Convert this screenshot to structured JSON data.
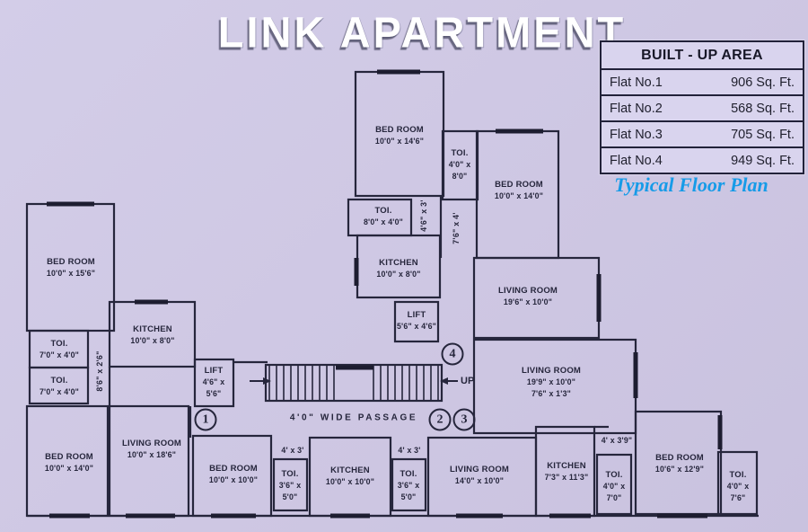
{
  "title": "LINK APARTMENT",
  "area_table": {
    "header": "BUILT - UP AREA",
    "rows": [
      {
        "flat": "Flat No.1",
        "area": "906 Sq. Ft."
      },
      {
        "flat": "Flat No.2",
        "area": "568 Sq. Ft."
      },
      {
        "flat": "Flat No.3",
        "area": "705 Sq. Ft."
      },
      {
        "flat": "Flat No.4",
        "area": "949 Sq. Ft."
      }
    ]
  },
  "caption": "Typical Floor Plan",
  "plan": {
    "passage": "4'0\" WIDE PASSAGE",
    "up": "UP",
    "flats": [
      "1",
      "2",
      "3",
      "4"
    ],
    "corridors": {
      "a": "4'6\" x 3'",
      "b": "7'6\" x 4'",
      "c": "8'6\" x 2'6\""
    },
    "door_dims": {
      "d1": "4' x 3'",
      "d2": "4' x 3'",
      "d3": "4' x 3'9\""
    },
    "rooms": {
      "bed_top": {
        "name": "BED ROOM",
        "dims": "10'0\" x 14'6\""
      },
      "toi_top": {
        "name": "TOI.",
        "l1": "4'0\" x",
        "l2": "8'0\""
      },
      "bed_top_right": {
        "name": "BED ROOM",
        "dims": "10'0\" x 14'0\""
      },
      "toi_mid": {
        "name": "TOI.",
        "dims": "8'0\" x 4'0\""
      },
      "kitchen_top": {
        "name": "KITCHEN",
        "dims": "10'0\" x 8'0\""
      },
      "lift_top": {
        "name": "LIFT",
        "dims": "5'6\" x 4'6\""
      },
      "living_top_right": {
        "name": "LIVING ROOM",
        "dims": "19'6\" x 10'0\""
      },
      "living_right": {
        "name": "LIVING ROOM",
        "dims": "19'9\" x 10'0\"",
        "dims2": "7'6\" x 1'3\""
      },
      "bed_left": {
        "name": "BED ROOM",
        "dims": "10'0\" x 15'6\""
      },
      "kitchen_left": {
        "name": "KITCHEN",
        "dims": "10'0\" x 8'0\""
      },
      "toi_left1": {
        "name": "TOI.",
        "dims": "7'0\" x 4'0\""
      },
      "toi_left2": {
        "name": "TOI.",
        "dims": "7'0\" x 4'0\""
      },
      "lift_left": {
        "name": "LIFT",
        "l1": "4'6\" x",
        "l2": "5'6\""
      },
      "bed_bottom_left": {
        "name": "BED ROOM",
        "dims": "10'0\" x 14'0\""
      },
      "living_bottom_left": {
        "name": "LIVING ROOM",
        "dims": "10'0\" x 18'6\""
      },
      "bed_bottom1": {
        "name": "BED ROOM",
        "dims": "10'0\" x 10'0\""
      },
      "toi_bottom1": {
        "name": "TOI.",
        "l1": "3'6\" x",
        "l2": "5'0\""
      },
      "kitchen_bottom": {
        "name": "KITCHEN",
        "dims": "10'0\" x 10'0\""
      },
      "toi_bottom2": {
        "name": "TOI.",
        "l1": "3'6\" x",
        "l2": "5'0\""
      },
      "living_bottom": {
        "name": "LIVING ROOM",
        "dims": "14'0\" x 10'0\""
      },
      "kitchen_br": {
        "name": "KITCHEN",
        "dims": "7'3\" x 11'3\""
      },
      "toi_br1": {
        "name": "TOI.",
        "l1": "4'0\" x",
        "l2": "7'0\""
      },
      "bed_br": {
        "name": "BED ROOM",
        "dims": "10'6\" x 12'9\""
      },
      "toi_br2": {
        "name": "TOI.",
        "l1": "4'0\" x",
        "l2": "7'6\""
      }
    }
  },
  "colors": {
    "background": "#cfc8e4",
    "wall": "#26263c",
    "caption_blue": "#169be8",
    "title": "#ffffff"
  }
}
